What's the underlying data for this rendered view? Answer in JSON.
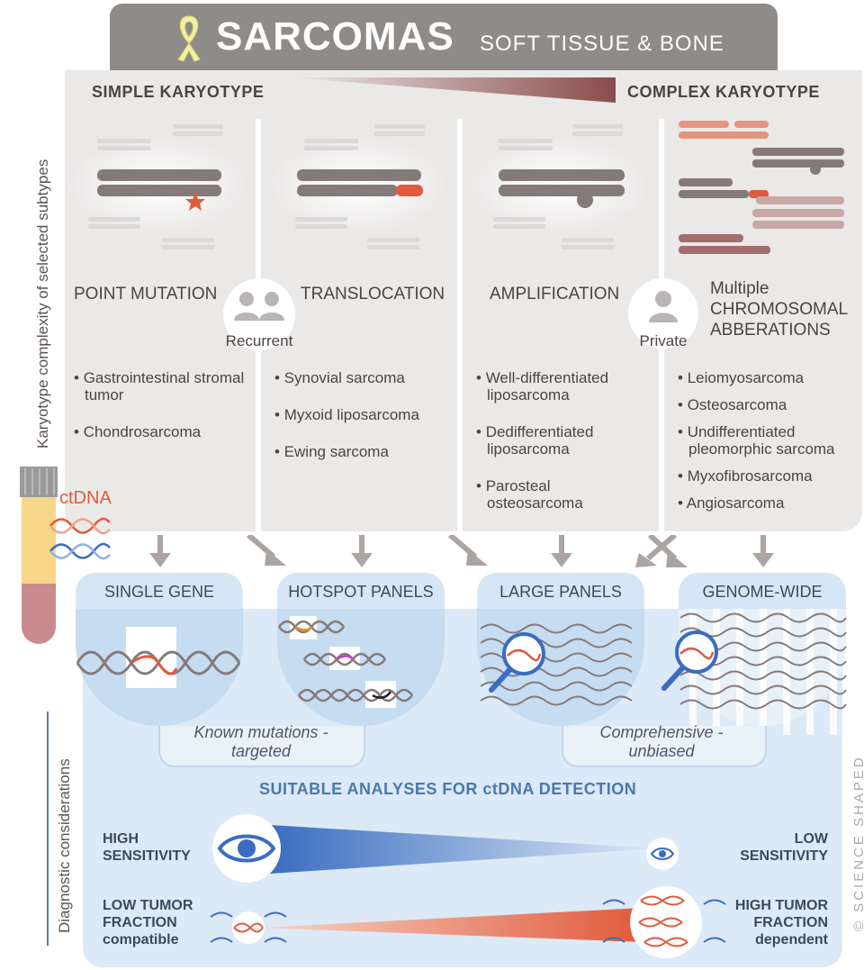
{
  "title": {
    "main": "SARCOMAS",
    "sub": "SOFT TISSUE & BONE"
  },
  "karyotype": {
    "simple": "SIMPLE KARYOTYPE",
    "complex": "COMPLEX KARYOTYPE"
  },
  "side_labels": {
    "top": "Karyotype complexity of selected subtypes",
    "bottom": "Diagnostic considerations"
  },
  "mechanisms": [
    {
      "label": "POINT MUTATION",
      "subtypes": [
        "Gastrointestinal stromal tumor",
        "Chondrosarcoma"
      ]
    },
    {
      "label": "TRANSLOCATION",
      "subtypes": [
        "Synovial sarcoma",
        "Myxoid liposarcoma",
        "Ewing sarcoma"
      ]
    },
    {
      "label": "AMPLIFICATION",
      "subtypes": [
        "Well-differentiated liposarcoma",
        "Dedifferentiated liposarcoma",
        "Parosteal osteosarcoma"
      ]
    },
    {
      "label": "Multiple CHROMOSOMAL ABBERATIONS",
      "subtypes": [
        "Leiomyosarcoma",
        "Osteosarcoma",
        "Undifferentiated pleomorphic sarcoma",
        "Myxofibrosarcoma",
        "Angiosarcoma"
      ]
    }
  ],
  "badges": {
    "recurrent": "Recurrent",
    "private": "Private"
  },
  "ctdna_label": "ctDNA",
  "methods": [
    "SINGLE GENE",
    "HOTSPOT PANELS",
    "LARGE PANELS",
    "GENOME-WIDE"
  ],
  "strategies": {
    "targeted": "Known mutations - targeted",
    "unbiased": "Comprehensive - unbiased"
  },
  "suitable_title": "SUITABLE ANALYSES FOR ctDNA DETECTION",
  "considerations": {
    "high_sensitivity": "HIGH SENSITIVITY",
    "low_sensitivity": "LOW SENSITIVITY",
    "low_tumor": "LOW TUMOR FRACTION compatible",
    "high_tumor": "HIGH TUMOR FRACTION dependent"
  },
  "copyright": "© SCIENCE SHAPED",
  "colors": {
    "title_bg": "#8f8b89",
    "panel": "#ebe9e8",
    "text": "#4b4443",
    "accent_red": "#e05a3c",
    "blue": "#4a78b0",
    "bottom_bg": "#dce9f6"
  }
}
